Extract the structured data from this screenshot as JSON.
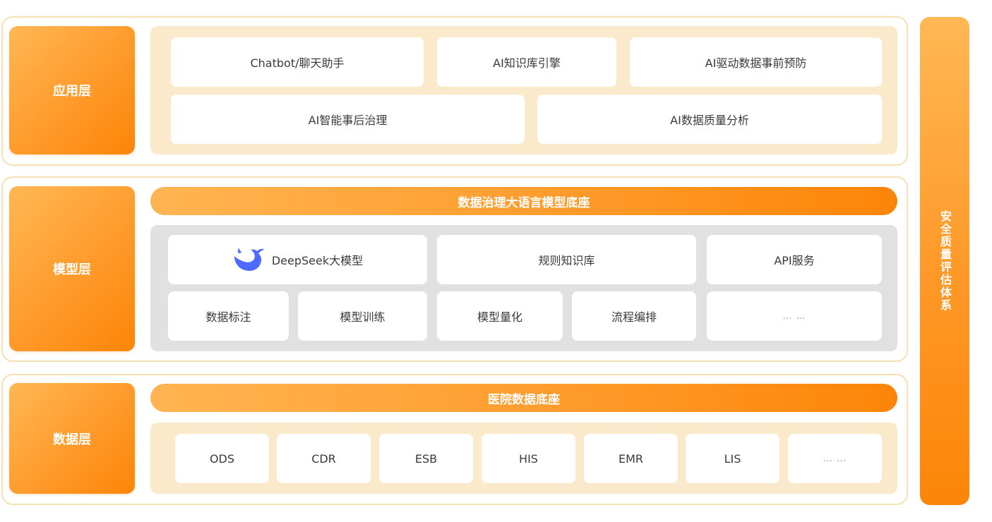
{
  "application_layer": {
    "label": "应用层",
    "cards": [
      "Chatbot/聊天助手",
      "AI知识库引擎",
      "AI驱动数据事前预防",
      "AI智能事后治理",
      "AI数据质量分析"
    ]
  },
  "model_layer": {
    "label": "模型层",
    "banner": "数据治理大语言模型底座",
    "top_cards": [
      "DeepSeek大模型",
      "规则知识库",
      "API服务"
    ],
    "bottom_cards": [
      "数据标注",
      "模型训练",
      "模型量化",
      "流程编排",
      "… …"
    ],
    "deepseek_icon": "whale-icon"
  },
  "data_layer": {
    "label": "数据层",
    "banner": "医院数据底座",
    "cards": [
      "ODS",
      "CDR",
      "ESB",
      "HIS",
      "EMR",
      "LIS",
      "… …"
    ]
  },
  "side_bar": {
    "label": "安全质量评估体系"
  },
  "colors": {
    "accent_orange": "#fb8508",
    "light_orange": "#ffb855",
    "cream_panel": "#fbe9cc",
    "grey_panel": "#e1e1e1",
    "border": "#f8e0b4"
  }
}
